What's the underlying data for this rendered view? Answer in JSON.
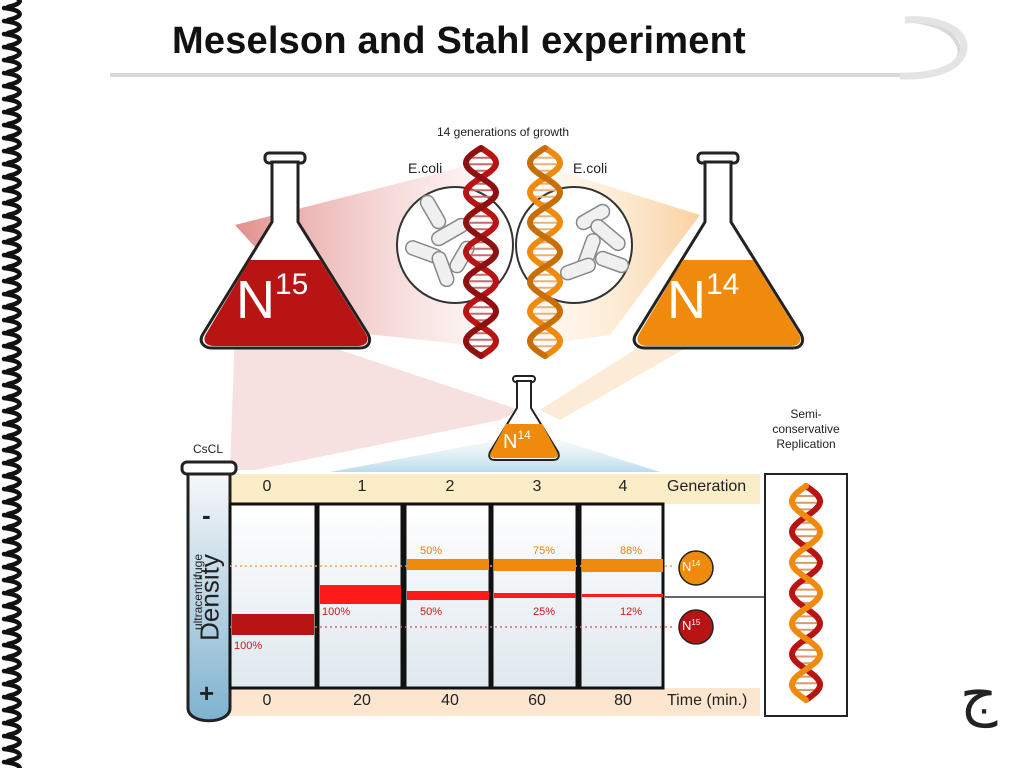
{
  "slide": {
    "title": "Meselson and Stahl experiment",
    "signature_glyph": "ﺝ"
  },
  "diagram": {
    "growth_label": "14 generations of growth",
    "ecoli_left": "E.coli",
    "ecoli_right": "E.coli",
    "flask_left": {
      "base": "N",
      "sup": "15",
      "color": "#b81414"
    },
    "flask_right": {
      "base": "N",
      "sup": "14",
      "color": "#f08a0c"
    },
    "flask_small": {
      "base": "N",
      "sup": "14"
    },
    "tube_label": "CsCL",
    "ultracentrifuge_label": "ultracentrifuge",
    "density_label": "Density",
    "minus_sign": "-",
    "plus_sign": "+",
    "generation_label": "Generation",
    "time_label": "Time (min.)",
    "generations": [
      "0",
      "1",
      "2",
      "3",
      "4"
    ],
    "times": [
      "0",
      "20",
      "40",
      "60",
      "80"
    ],
    "n14_marker": {
      "base": "N",
      "sup": "14"
    },
    "n15_marker": {
      "base": "N",
      "sup": "15"
    },
    "replication_label": [
      "Semi-",
      "conservative",
      "Replication"
    ],
    "percent_labels": {
      "gen0_n15": "100%",
      "gen1_n15": "100%",
      "gen2_n14": "50%",
      "gen2_n15": "50%",
      "gen3_n14": "75%",
      "gen3_n15": "25%",
      "gen4_n14": "88%",
      "gen4_n15": "12%"
    },
    "colors": {
      "n15": "#b81414",
      "n14": "#f08a0c",
      "light_band": "#ff1a1a"
    }
  }
}
